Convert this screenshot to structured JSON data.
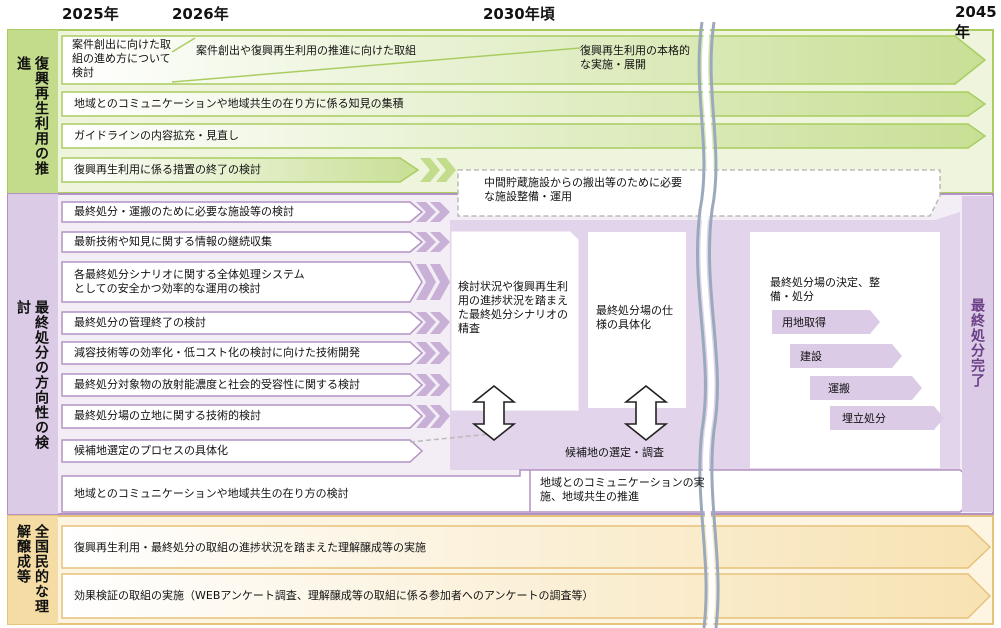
{
  "timeline": {
    "y2025": "2025年",
    "y2026": "2026年",
    "y2030": "2030年頃",
    "y2045": "2045年"
  },
  "sections": {
    "green": "復興再生利用の推進",
    "purple": "最終処分の方向性の検討",
    "orange": "全国民的な理解醸成等"
  },
  "green_rows": {
    "r1a": "案件創出に向けた取組の進め方について検討",
    "r1b": "案件創出や復興再生利用の推進に向けた取組",
    "r1c": "復興再生利用の本格的な実施・展開",
    "r2": "地域とのコミュニケーションや地域共生の在り方に係る知見の集積",
    "r3": "ガイドラインの内容拡充・見直し",
    "r4": "復興再生利用に係る措置の終了の検討"
  },
  "purple_rows": {
    "storage": "中間貯蔵施設からの搬出等のために必要な施設整備・運用",
    "r1": "最終処分・運搬のために必要な施設等の検討",
    "r2": "最新技術や知見に関する情報の継続収集",
    "r3": "各最終処分シナリオに関する全体処理システムとしての安全かつ効率的な運用の検討",
    "r4": "最終処分の管理終了の検討",
    "r5": "減容技術等の効率化・低コスト化の検討に向けた技術開発",
    "r6": "最終処分対象物の放射能濃度と社会的受容性に関する検討",
    "r7": "最終処分場の立地に関する技術的検討",
    "r8": "候補地選定のプロセスの具体化",
    "r9": "地域とのコミュニケーションや地域共生の在り方の検討",
    "scenario": "検討状況や復興再生利用の進捗状況を踏まえた最終処分シナリオの精査",
    "spec": "最終処分場の仕様の具体化",
    "select": "候補地の選定・調査",
    "decide": "最終処分場の決定、整備・処分",
    "land": "用地取得",
    "build": "建設",
    "carry": "運搬",
    "fill": "埋立処分",
    "community": "地域とのコミュニケーションの実施、地域共生の推進",
    "done": "最終処分完了"
  },
  "orange_rows": {
    "r1": "復興再生利用・最終処分の取組の進捗状況を踏まえた理解醸成等の実施",
    "r2": "効果検証の取組の実施（WEBアンケート調査、理解醸成等の取組に係る参加者へのアンケートの調査等）"
  },
  "colors": {
    "green_bg": "#eef5dc",
    "green_arrow": "#c3dc8c",
    "green_bar": "#a9cd61",
    "purple_bg": "#efe7f3",
    "purple_arrow": "#d8c6e2",
    "purple_bar": "#b392c3",
    "orange_bg": "#fdf3dc",
    "orange_bar": "#f2d28e"
  }
}
